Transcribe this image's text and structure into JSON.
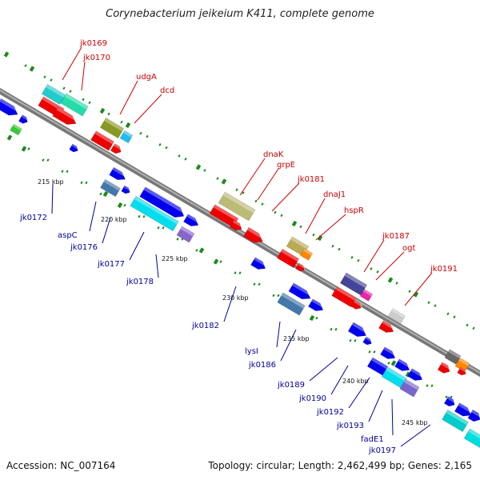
{
  "title": "Corynebacterium jeikeium K411, complete genome",
  "accession": "Accession: NC_007164",
  "summary": "Topology: circular; Length: 2,462,499 bp; Genes: 2,165",
  "colors": {
    "top_label": "#cc0000",
    "bottom_label": "#000099",
    "backbone": "#888888",
    "tick": "#1a8a1a"
  },
  "kbp_labels": [
    "215 kbp",
    "220 kbp",
    "225 kbp",
    "230 kbp",
    "235 kbp",
    "240 kbp",
    "245 kbp"
  ],
  "top_labels": [
    "jk0169",
    "jk0170",
    "udgA",
    "dcd",
    "dnaK",
    "grpE",
    "jk0181",
    "dnaJ1",
    "hspR",
    "jk0187",
    "ogt",
    "jk0191"
  ],
  "bottom_labels": [
    "jk0172",
    "aspC",
    "jk0176",
    "jk0177",
    "jk0178",
    "jk0182",
    "lysI",
    "jk0186",
    "jk0189",
    "jk0190",
    "jk0192",
    "jk0193",
    "fadE1",
    "jk0197"
  ]
}
